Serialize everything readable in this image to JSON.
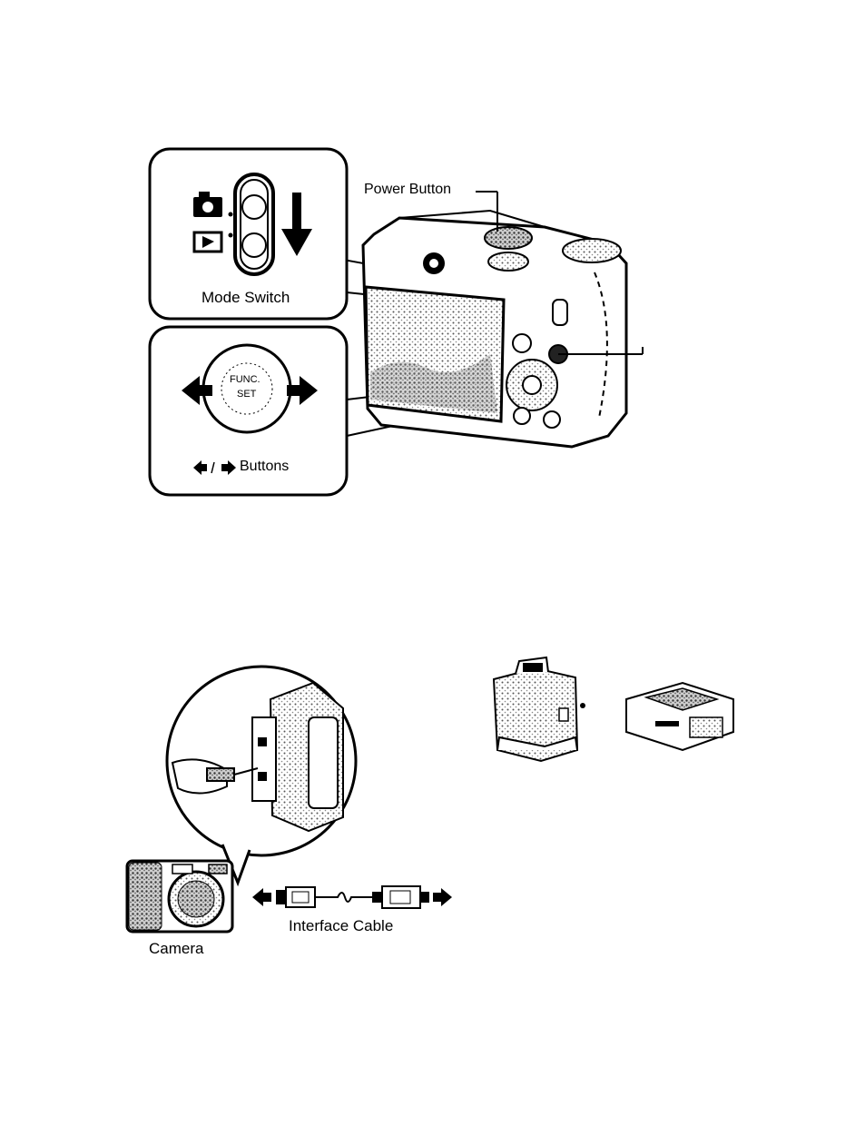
{
  "figure1": {
    "power_button_label": "Power Button",
    "mode_switch_label": "Mode Switch",
    "arrow_buttons_label": "Buttons",
    "func_set_line1": "FUNC.",
    "func_set_line2": "SET"
  },
  "figure2": {
    "camera_label": "Camera",
    "interface_cable_label": "Interface Cable"
  },
  "colors": {
    "ink": "#000000",
    "paper": "#ffffff",
    "shade": "#9a9a9a"
  }
}
